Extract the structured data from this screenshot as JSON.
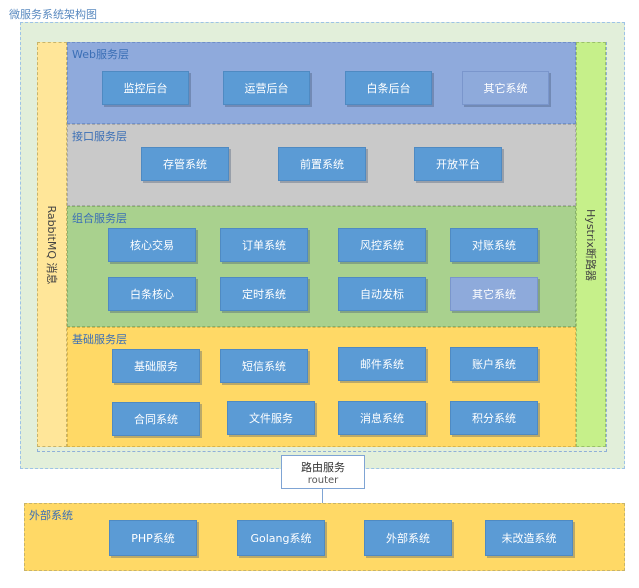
{
  "title": "微服务系统架构图",
  "sidebars": {
    "left": "RabbitMQ 消息",
    "right": "Hystrix断路器"
  },
  "layers": {
    "web": {
      "title": "Web服务层",
      "items": [
        "监控后台",
        "运营后台",
        "白条后台",
        "其它系统"
      ]
    },
    "api": {
      "title": "接口服务层",
      "items": [
        "存管系统",
        "前置系统",
        "开放平台"
      ]
    },
    "combination": {
      "title": "组合服务层",
      "row1": [
        "核心交易",
        "订单系统",
        "风控系统",
        "对账系统"
      ],
      "row2": [
        "白条核心",
        "定时系统",
        "自动发标",
        "其它系统"
      ]
    },
    "base": {
      "title": "基础服务层",
      "row1": [
        "基础服务",
        "短信系统",
        "邮件系统",
        "账户系统"
      ],
      "row2": [
        "合同系统",
        "文件服务",
        "消息系统",
        "积分系统"
      ]
    }
  },
  "router": {
    "label": "路由服务",
    "sub": "router"
  },
  "external": {
    "title": "外部系统",
    "items": [
      "PHP系统",
      "Golang系统",
      "外部系统",
      "未改造系统"
    ]
  },
  "colors": {
    "box_blue": "#5b9bd5",
    "box_alt": "#8eaadb",
    "web_layer": "#8faadc",
    "api_layer": "#c9c9c9",
    "combination_layer": "#a9d18e",
    "base_layer": "#ffd966",
    "outer_bg": "#e2efda"
  }
}
